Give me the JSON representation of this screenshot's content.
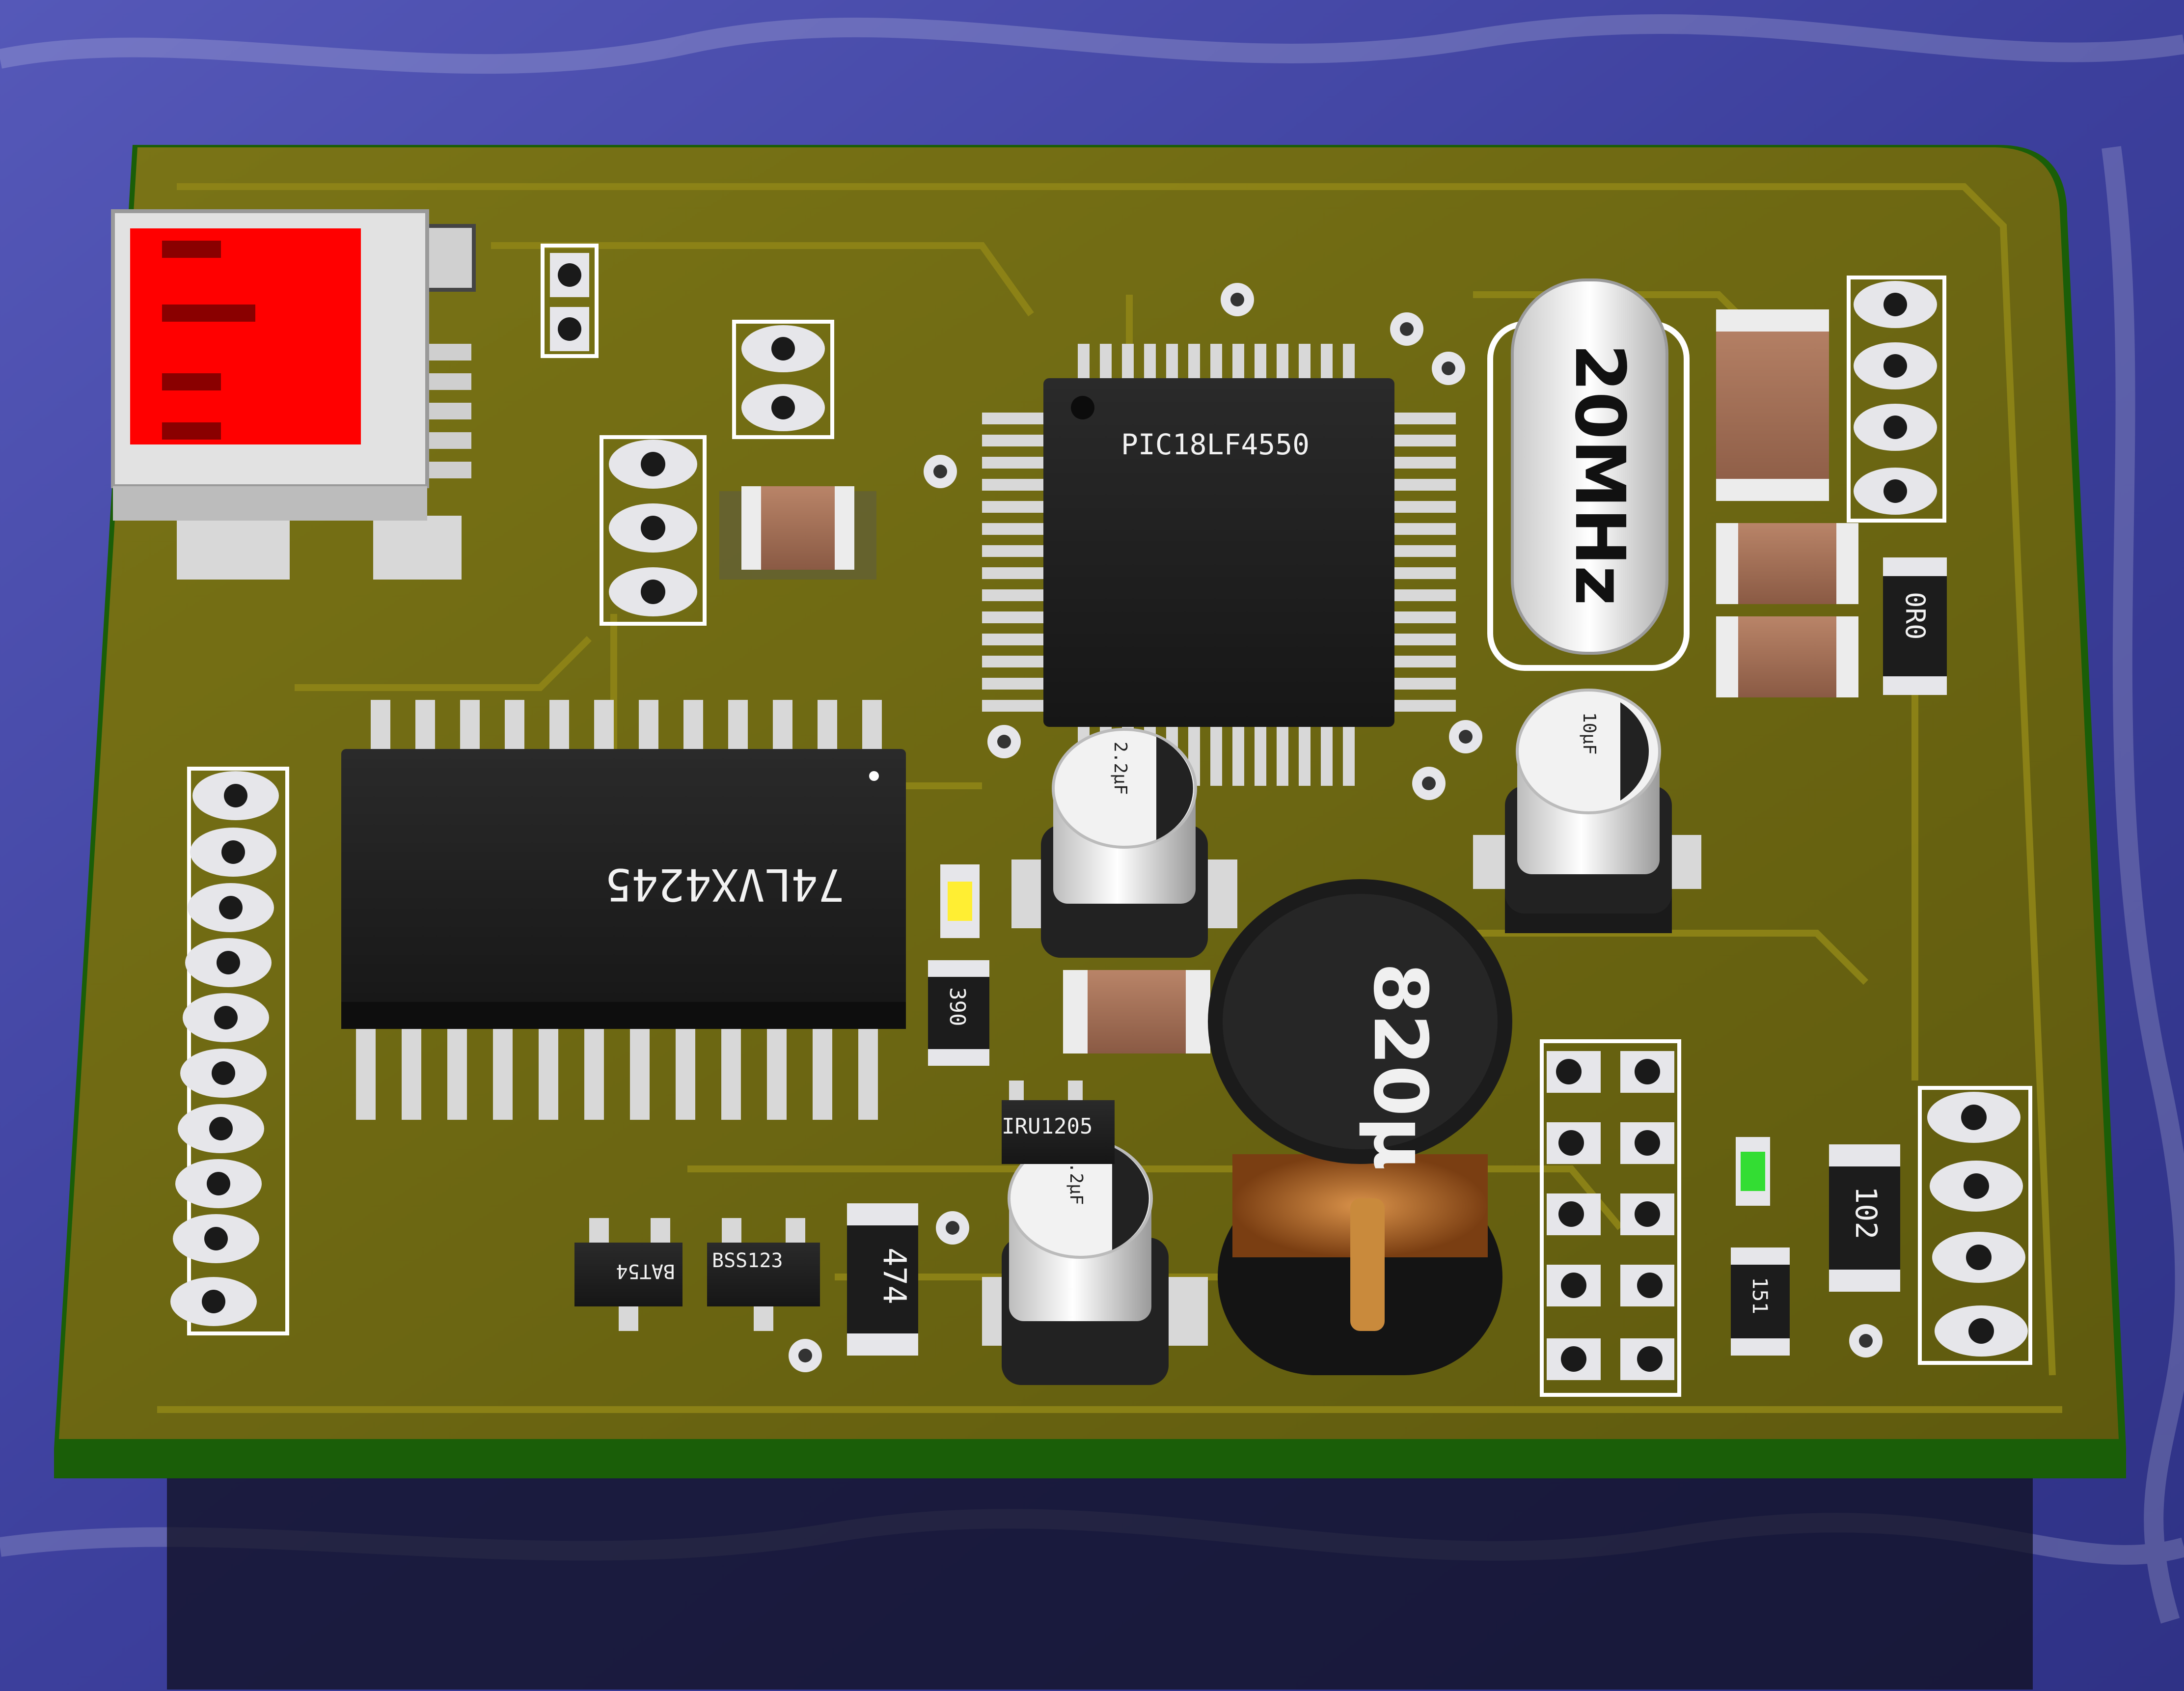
{
  "colors": {
    "background": "#3c3f9c",
    "pcb": "#6f6a12",
    "pcb_edge": "#1f6f0a",
    "copper_trace": "#8a7f12",
    "chip": "#1e1e1e",
    "pad": "#e6e6ea",
    "usb_red": "#ff0000",
    "ceramic": "#a0705a",
    "led_yellow": "#ffee33",
    "led_green": "#33dd33"
  },
  "labels": {
    "mcu": "PIC18LF4550",
    "crystal": "20MHz",
    "transceiver": "74LVX4245",
    "inductor": "820µ",
    "regulator": "IRU1205",
    "cap_a": "2.2µF",
    "cap_b": "10µF",
    "cap_c": "2.2µF",
    "res_390": "390",
    "res_474": "474",
    "res_0r0": "0R0",
    "res_102": "102",
    "res_151": "151",
    "diode": "BAT54",
    "transistor": "BSS123"
  }
}
